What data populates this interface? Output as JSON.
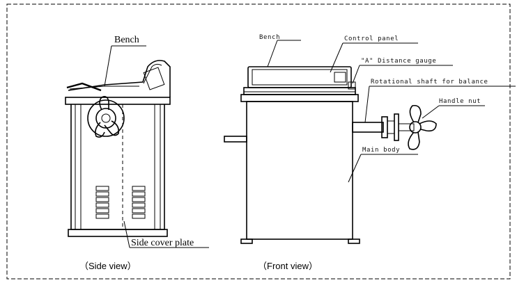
{
  "side_view": {
    "callout_bench": "Bench",
    "callout_side_cover": "Side cover plate",
    "caption": "（Side view）"
  },
  "front_view": {
    "callout_bench": "Bench",
    "callout_control_panel": "Control panel",
    "callout_a_gauge": "\"A\" Distance gauge",
    "callout_shaft": "Rotational shaft for balance",
    "callout_handle_nut": "Handle nut",
    "callout_main_body": "Main body",
    "caption": "（Front view）"
  }
}
